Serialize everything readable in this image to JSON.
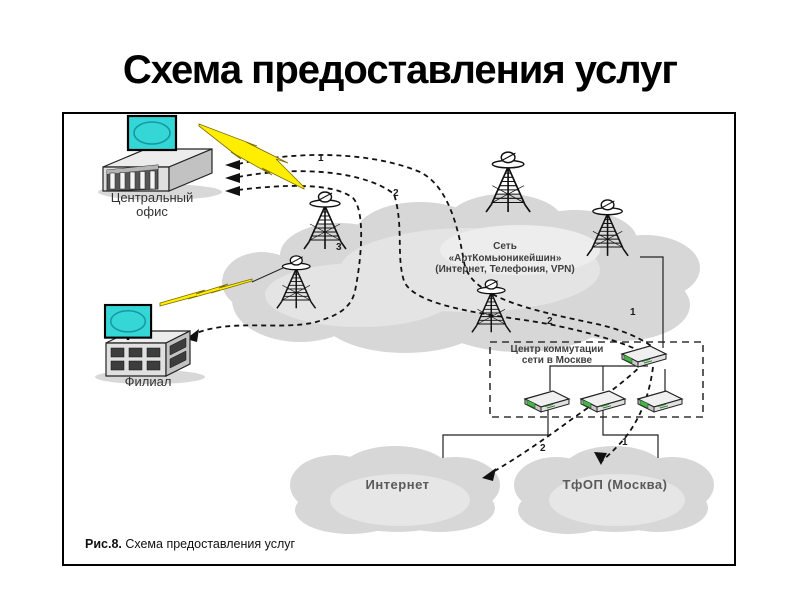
{
  "slide": {
    "title": "Схема предоставления услуг",
    "caption_prefix": "Рис.8.",
    "caption_text": " Схема предоставления услуг"
  },
  "diagram": {
    "central_office_label": "Центральный\nофис",
    "branch_label": "Филиал",
    "network_cloud_label": "Сеть\n«АртКомьюникейшин»\n(Интернет, Телефония, VPN)",
    "switching_center_label": "Центр коммутации\nсети в Москве",
    "internet_cloud_label": "Интернет",
    "pstn_cloud_label": "ТфОП (Москва)",
    "path_markers": {
      "m1_top": "1",
      "m2_top": "2",
      "m3": "3",
      "m1_mid": "1",
      "m2_mid": "2",
      "m2_bottom": "2",
      "m1_bottom": "1"
    }
  },
  "colors": {
    "monitor_screen": "#35d6d6",
    "lightning": "#ffee00",
    "cloud_base": "#d7d7d7",
    "accent_text": "#3f3f3f"
  }
}
